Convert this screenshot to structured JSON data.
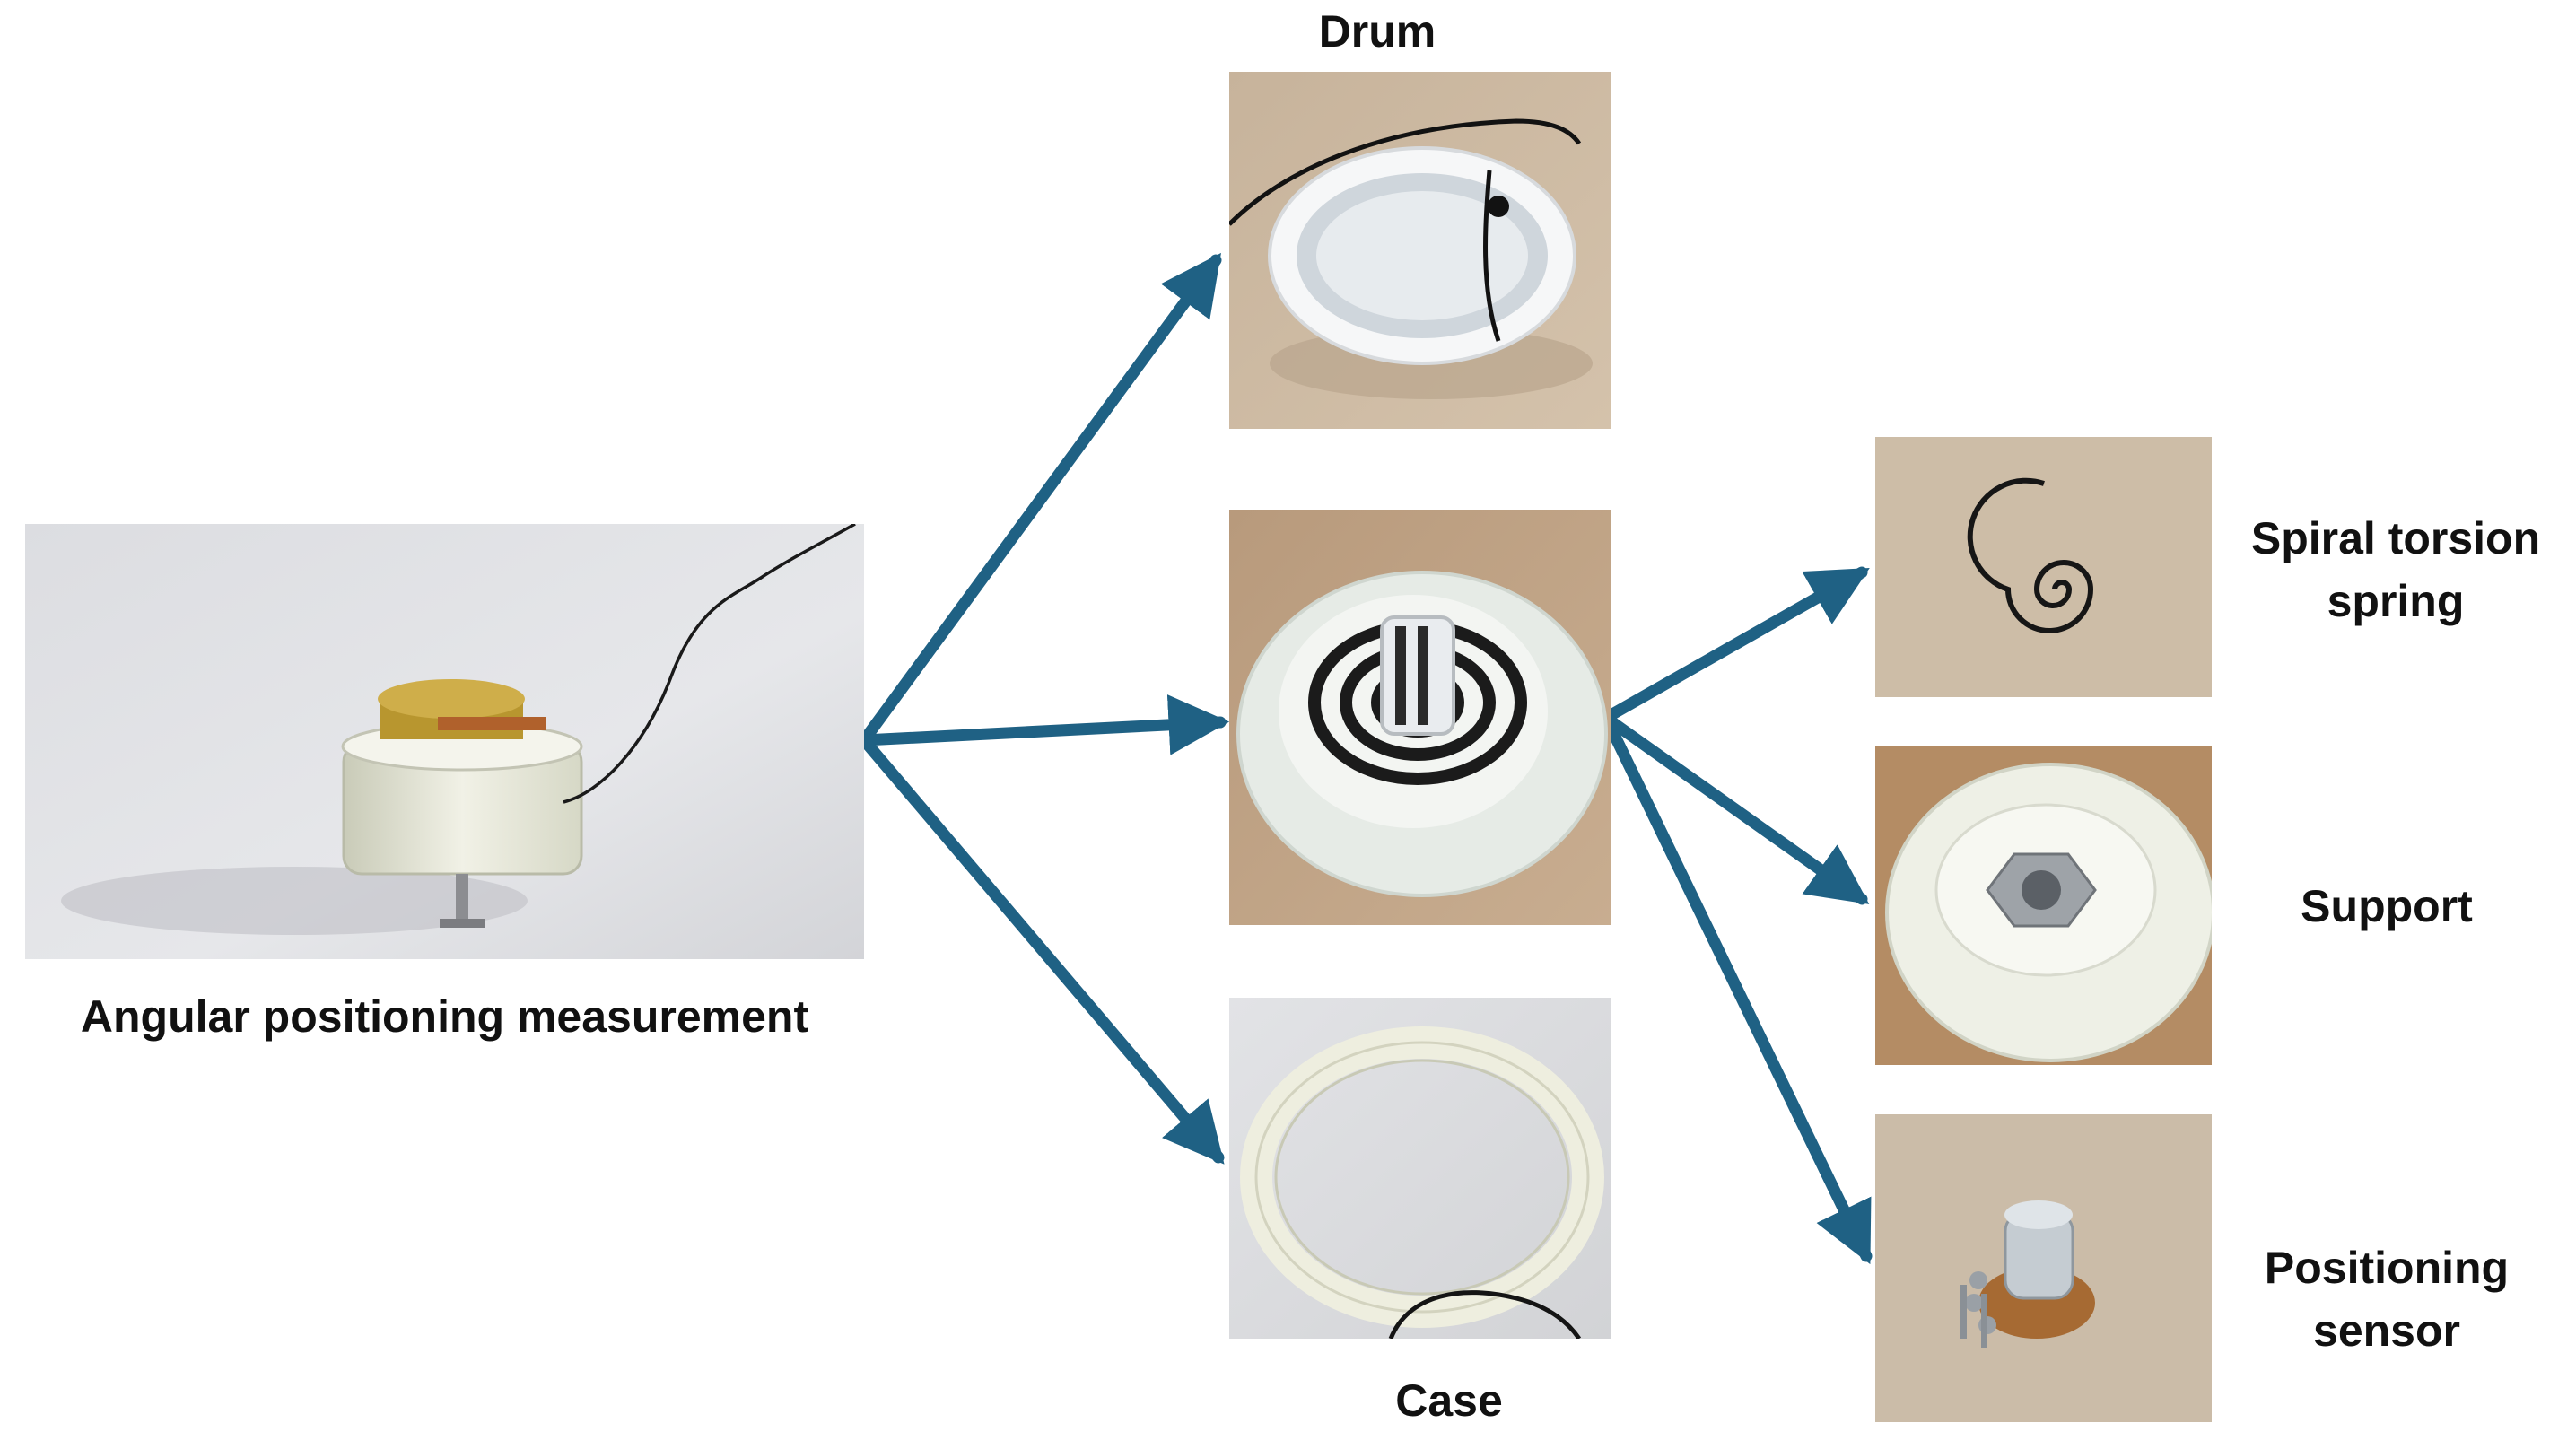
{
  "labels": {
    "main": "Angular positioning measurement",
    "drum": "Drum",
    "case": "Case",
    "spring_line1": "Spiral torsion",
    "spring_line2": "spring",
    "support": "Support",
    "sensor_line1": "Positioning",
    "sensor_line2": "sensor"
  },
  "colors": {
    "arrow": "#1f6184",
    "background": "#ffffff",
    "text": "#111111"
  },
  "icons": {
    "arrow_head": "arrow-head-icon"
  }
}
